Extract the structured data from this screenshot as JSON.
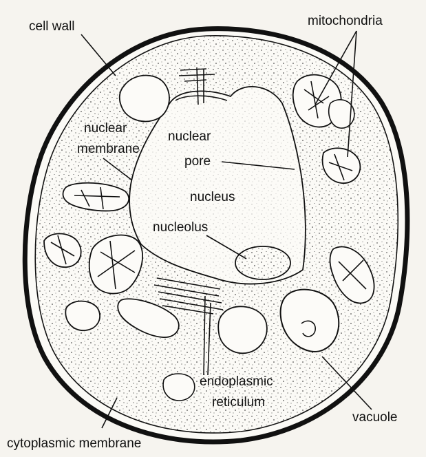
{
  "labels": {
    "cell_wall": "cell wall",
    "mitochondria": "mitochondria",
    "nuclear_membrane_1": "nuclear",
    "nuclear_membrane_2": "membrane",
    "nuclear_pore_1": "nuclear",
    "nuclear_pore_2": "pore",
    "nucleus": "nucleus",
    "nucleolus": "nucleolus",
    "endoplasmic_reticulum_1": "endoplasmic",
    "endoplasmic_reticulum_2": "reticulum",
    "vacuole": "vacuole",
    "cytoplasmic_membrane": "cytoplasmic membrane"
  },
  "colors": {
    "background": "#f6f4ef",
    "ink": "#111111",
    "cytoplasm": "#fbfaf6"
  }
}
